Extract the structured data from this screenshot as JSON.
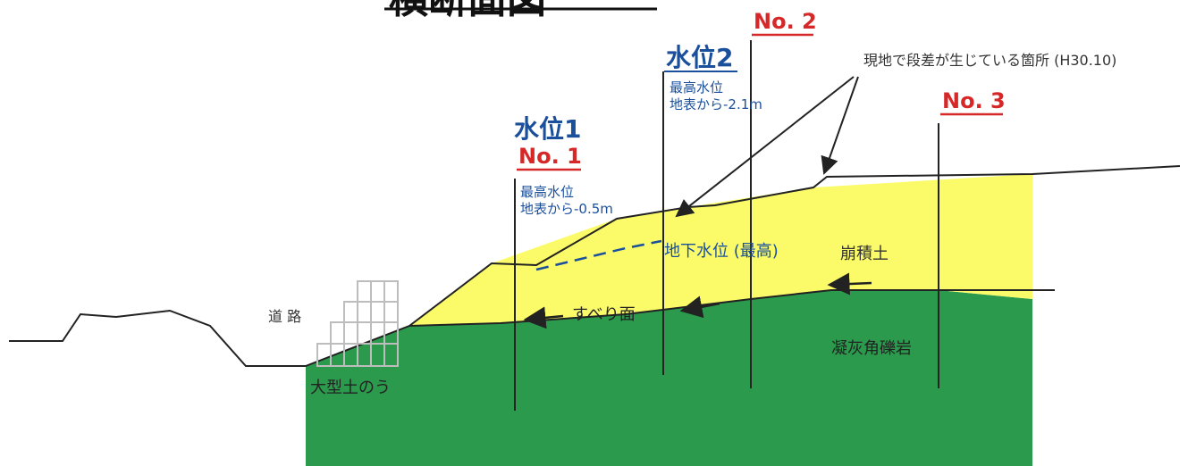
{
  "title": "横断面図",
  "colors": {
    "colluvium": "#fbfb6a",
    "bedrock": "#2b9a4d",
    "line": "#222222",
    "red": "#d62828",
    "blue": "#1a4f9c",
    "gabion": "#bdbdbd"
  },
  "boreholes": [
    {
      "id": "no1",
      "label": "No. 1"
    },
    {
      "id": "no2",
      "label": "No. 2"
    },
    {
      "id": "no3",
      "label": "No. 3"
    }
  ],
  "water_levels": [
    {
      "id": "wl1",
      "label": "水位1",
      "note_line1": "最高水位",
      "note_line2": "地表から-0.5m"
    },
    {
      "id": "wl2",
      "label": "水位2",
      "note_line1": "最高水位",
      "note_line2": "地表から-2.1m"
    }
  ],
  "annotations": {
    "step_location": "現地で段差が生じている箇所 (H30.10)",
    "groundwater": "地下水位 (最高)",
    "colluvium": "崩積土",
    "slip_surface": "すべり面",
    "bedrock": "凝灰角礫岩",
    "road": "道 路",
    "sandbag": "大型土のう"
  }
}
